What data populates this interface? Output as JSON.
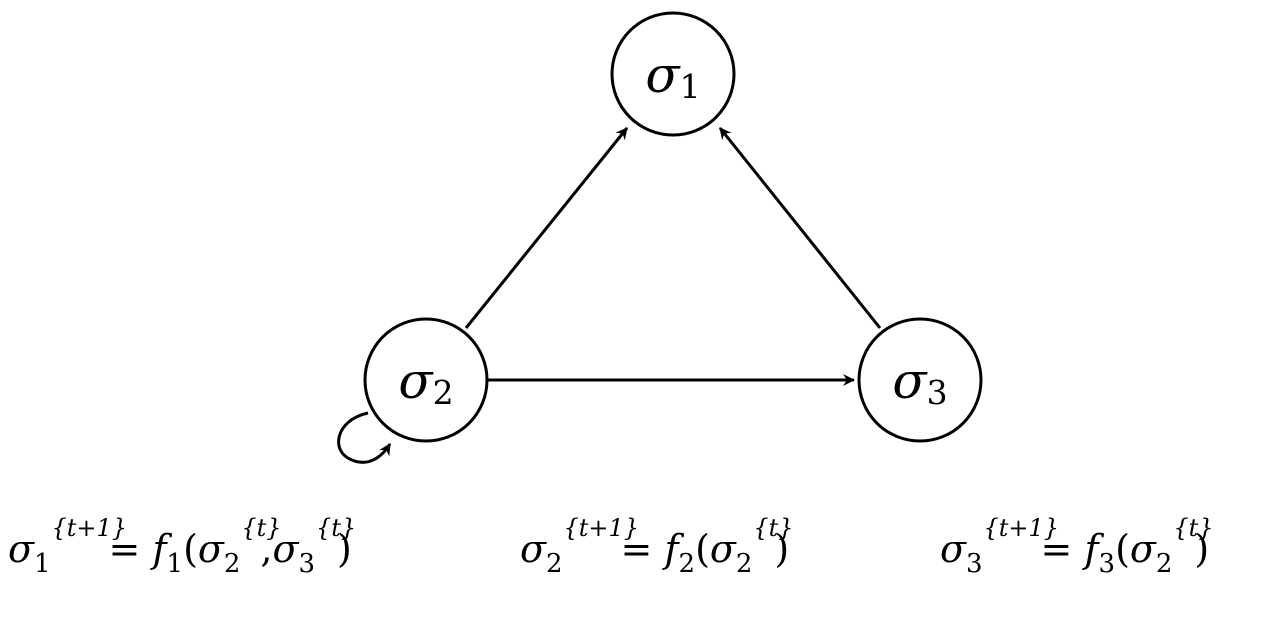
{
  "nodes": [
    {
      "id": "n1",
      "symbol": "σ",
      "index": "1"
    },
    {
      "id": "n2",
      "symbol": "σ",
      "index": "2"
    },
    {
      "id": "n3",
      "symbol": "σ",
      "index": "3"
    }
  ],
  "edges": [
    {
      "from": "n2",
      "to": "n1"
    },
    {
      "from": "n3",
      "to": "n1"
    },
    {
      "from": "n2",
      "to": "n3"
    },
    {
      "from": "n2",
      "to": "n2"
    }
  ],
  "equations": [
    {
      "lhs_index": "1",
      "lhs_sup": "{t+1}",
      "eq": "=",
      "func": "f",
      "func_index": "1",
      "args": [
        {
          "index": "2",
          "sup": "{t}"
        },
        {
          "index": "3",
          "sup": "{t}"
        }
      ]
    },
    {
      "lhs_index": "2",
      "lhs_sup": "{t+1}",
      "eq": "=",
      "func": "f",
      "func_index": "2",
      "args": [
        {
          "index": "2",
          "sup": "{t}"
        }
      ]
    },
    {
      "lhs_index": "3",
      "lhs_sup": "{t+1}",
      "eq": "=",
      "func": "f",
      "func_index": "3",
      "args": [
        {
          "index": "2",
          "sup": "{t}"
        }
      ]
    }
  ]
}
